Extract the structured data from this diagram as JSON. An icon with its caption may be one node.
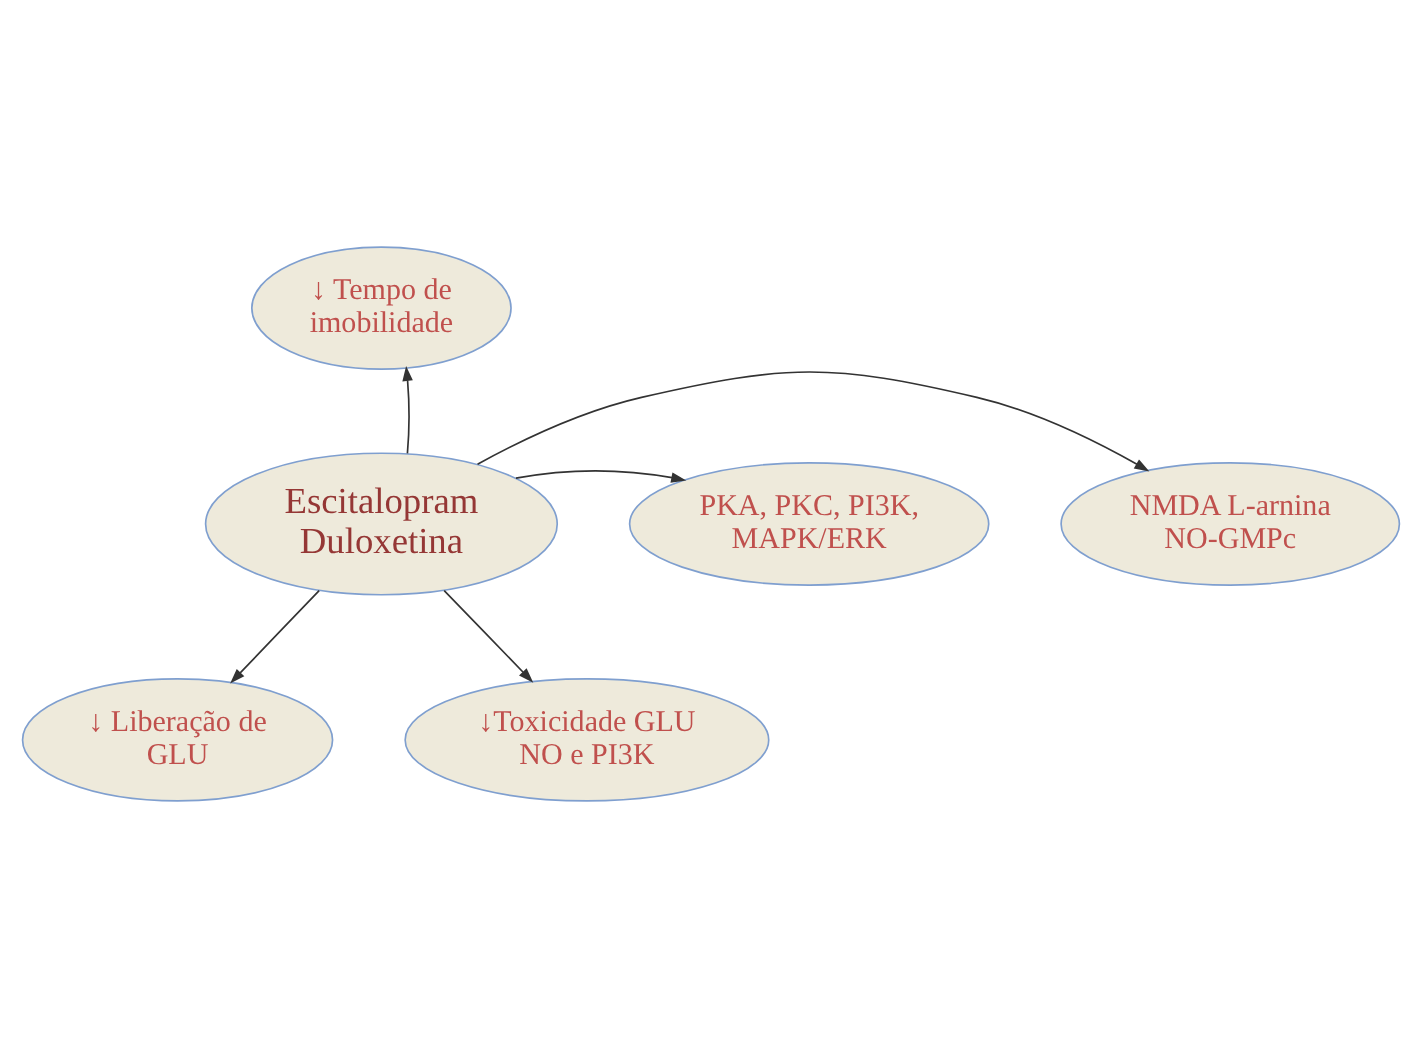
{
  "diagram": {
    "nodes": [
      {
        "text": [
          "Escitalopram Duloxetina"
        ]
      },
      {
        "text": [
          "↓ Tempo de imobilidade"
        ]
      },
      {
        "text": [
          "NMDA L-arnina NO-GMPc"
        ]
      },
      {
        "text": [
          "PKA, PKC, PI3K, MAPK/ERK"
        ]
      },
      {
        "text": [
          "↓ Liberação de GLU"
        ]
      },
      {
        "text": [
          "↓Toxicidade GLU NO e PI3K"
        ]
      }
    ],
    "edges": [
      {
        "from": 0,
        "to": 1,
        "arrow": "to"
      },
      {
        "from": 0,
        "to": 2,
        "arrow": "to"
      },
      {
        "from": 0,
        "to": 3,
        "arrow": "to"
      },
      {
        "from": 0,
        "to": 4,
        "arrow": "to"
      },
      {
        "from": 0,
        "to": 5,
        "arrow": "to"
      }
    ]
  }
}
